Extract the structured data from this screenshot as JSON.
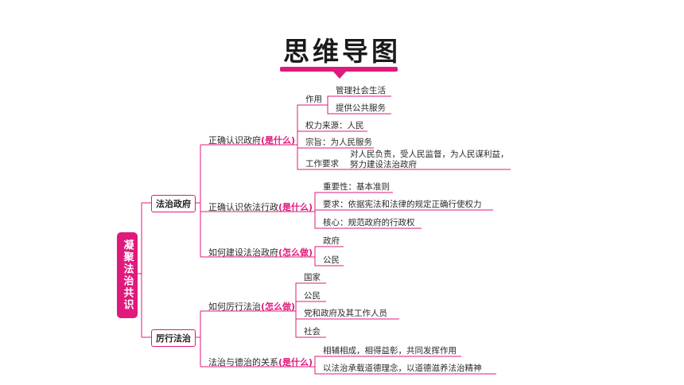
{
  "title": "思维导图",
  "root": "凝聚法治共识",
  "branches": {
    "law_gov": "法治政府",
    "practice": "厉行法治"
  },
  "nodes": {
    "n1_text": "正确认识政府",
    "n1_q": "(是什么)",
    "n2_text": "正确认识依法行政",
    "n2_q": "(是什么)",
    "n3_text": "如何建设法治政府",
    "n3_q": "(怎么做)",
    "n4_text": "如何厉行法治",
    "n4_q": "(怎么做)",
    "n5_text": "法治与德治的关系",
    "n5_q": "(是什么)"
  },
  "leaves": {
    "role": "作用",
    "role_a": "管理社会生活",
    "role_b": "提供公共服务",
    "power": "权力来源：人民",
    "purpose": "宗旨：为人民服务",
    "work": "工作要求",
    "work_a": "对人民负责，受人民监督，为人民谋利益，",
    "work_b": "努力建设法治政府",
    "imp": "重要性：基本准则",
    "req": "要求：依据宪法和法律的规定正确行使权力",
    "core": "核心：规范政府的行政权",
    "gov": "政府",
    "citizen1": "公民",
    "state": "国家",
    "citizen2": "公民",
    "party": "党和政府及其工作人员",
    "society": "社会",
    "rel_a": "相辅相成，相得益彰，共同发挥作用",
    "rel_b": "以法治承载道德理念，以道德滋养法治精神"
  }
}
